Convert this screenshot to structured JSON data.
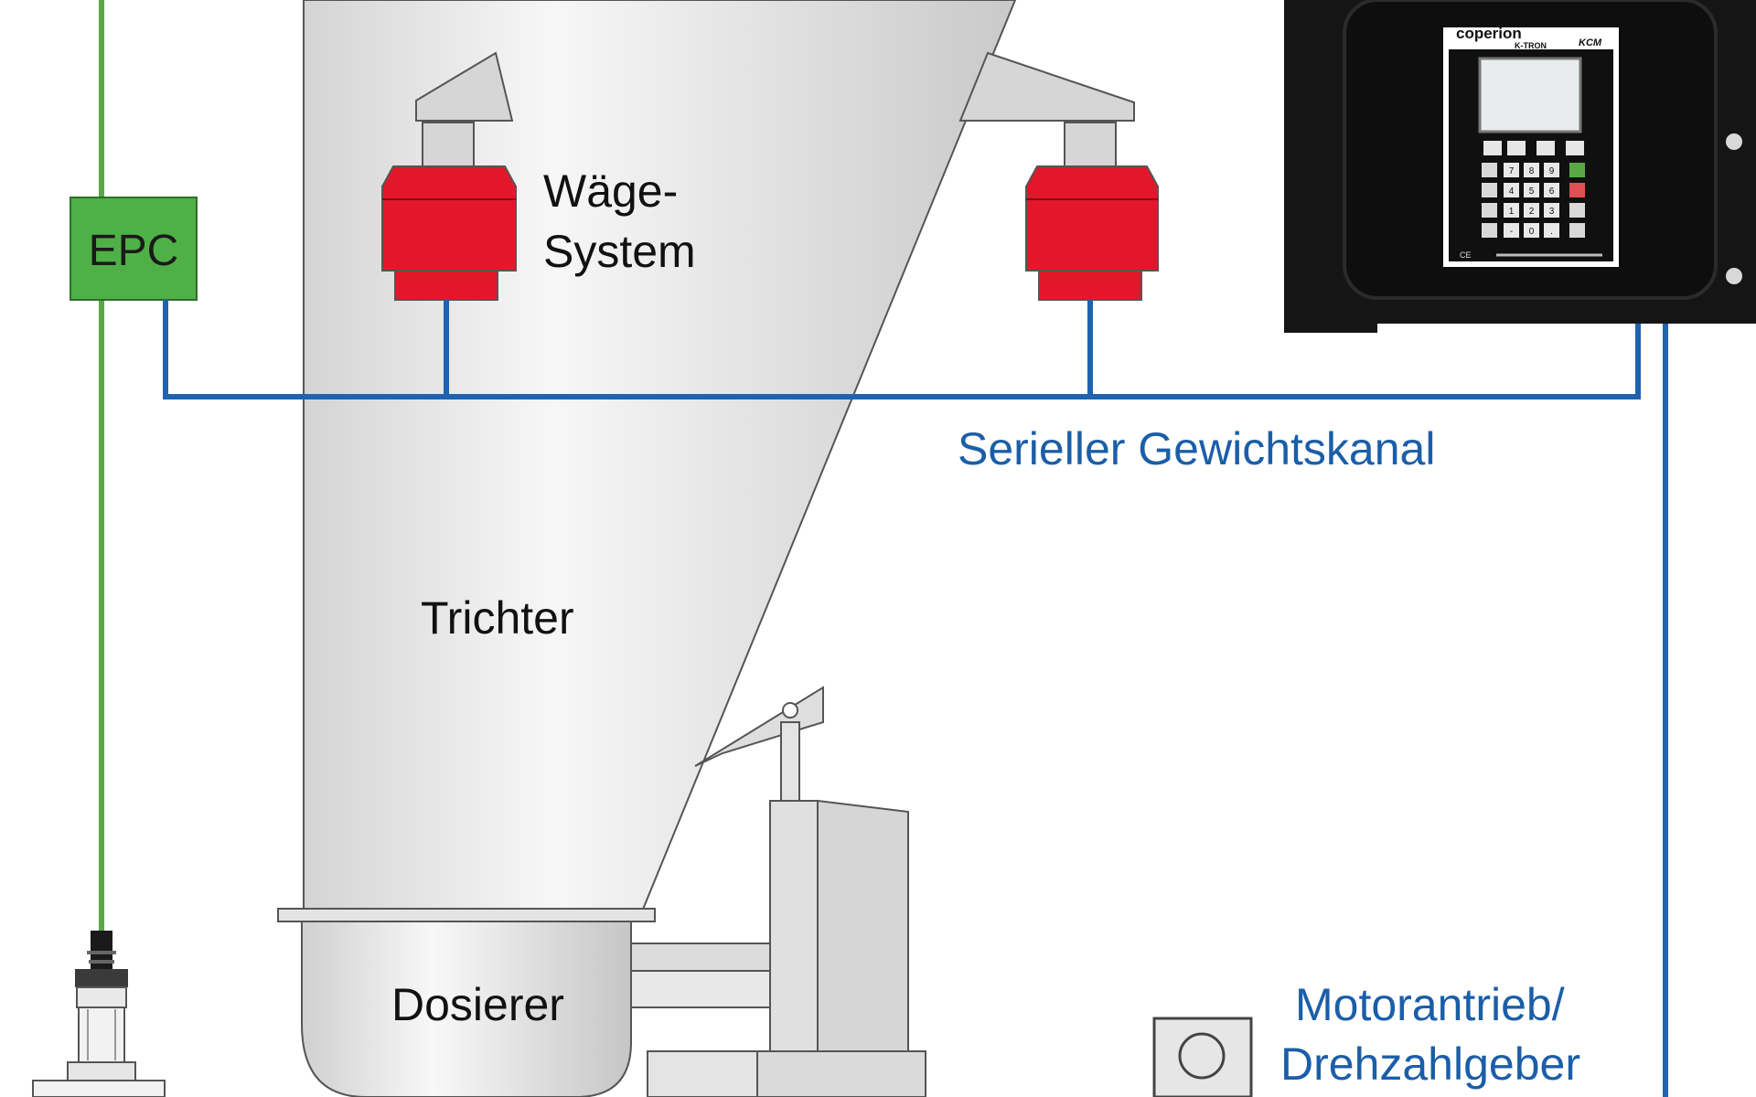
{
  "labels": {
    "epc": "EPC",
    "weigh_system_line1": "Wäge-",
    "weigh_system_line2": "System",
    "serial_channel": "Serieller Gewichtskanal",
    "hopper": "Trichter",
    "feeder": "Dosierer",
    "motor_line1": "Motorantrieb/",
    "motor_line2": "Drehzahlgeber"
  },
  "controller": {
    "brand": "coperion",
    "brand_sub": "K-TRON",
    "model": "KCM",
    "keypad_keys": [
      "7",
      "8",
      "9",
      "4",
      "5",
      "6",
      "1",
      "2",
      "3",
      "-",
      "0",
      "."
    ]
  },
  "colors": {
    "green_line": "#5aa845",
    "epc_box": "#4fb047",
    "blue_line": "#1f63b0",
    "label_blue": "#1b5ea8",
    "load_cell_red": "#e2182a",
    "hopper_gray": "#e6e6e6",
    "controller_black": "#151515"
  }
}
